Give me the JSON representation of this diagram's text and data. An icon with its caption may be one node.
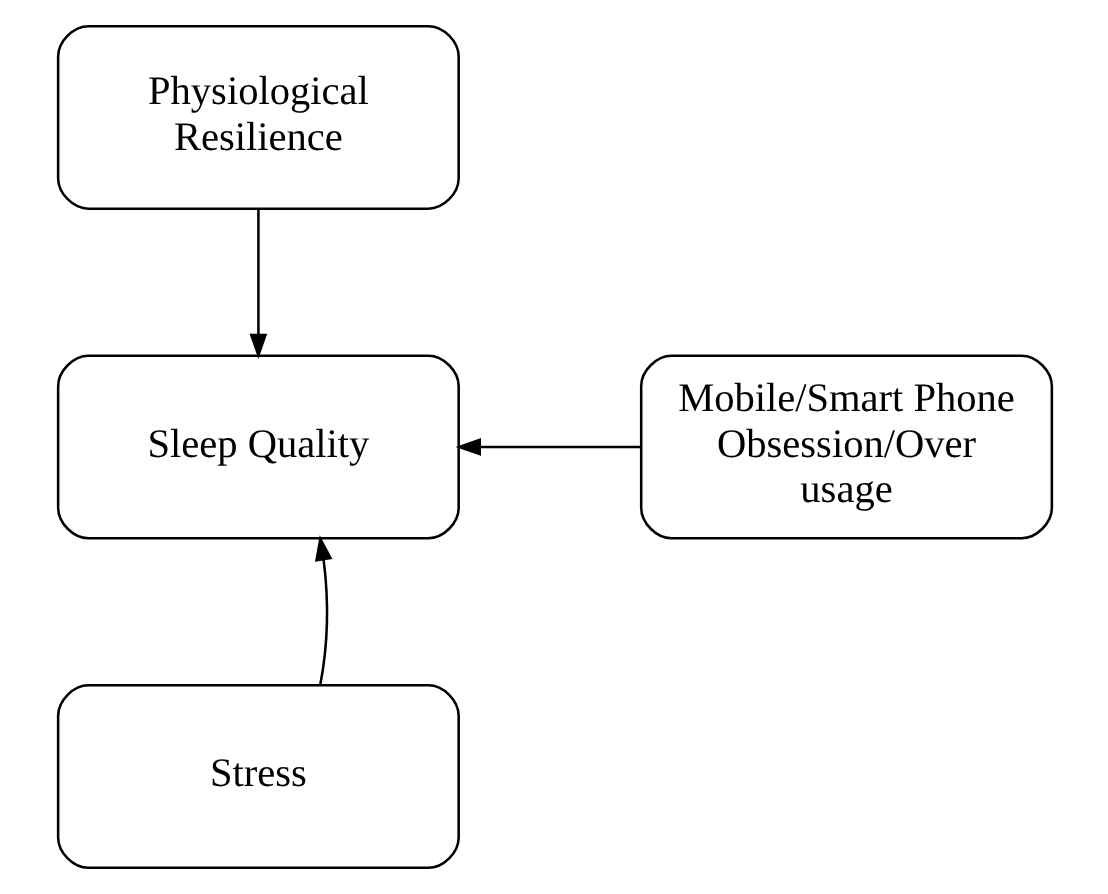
{
  "diagram": {
    "nodes": [
      {
        "text": [
          "Physiological Resilience"
        ]
      },
      {
        "text": [
          "Sleep Quality"
        ]
      },
      {
        "text": [
          "Mobile/Smart Phone Obsession/Over usage"
        ]
      },
      {
        "text": [
          "Stress"
        ]
      }
    ],
    "edges": [
      {
        "from": 0,
        "to": 1,
        "arrow": "to"
      },
      {
        "from": 2,
        "to": 1,
        "arrow": "to"
      },
      {
        "from": 3,
        "to": 1,
        "arrow": "to"
      }
    ]
  }
}
